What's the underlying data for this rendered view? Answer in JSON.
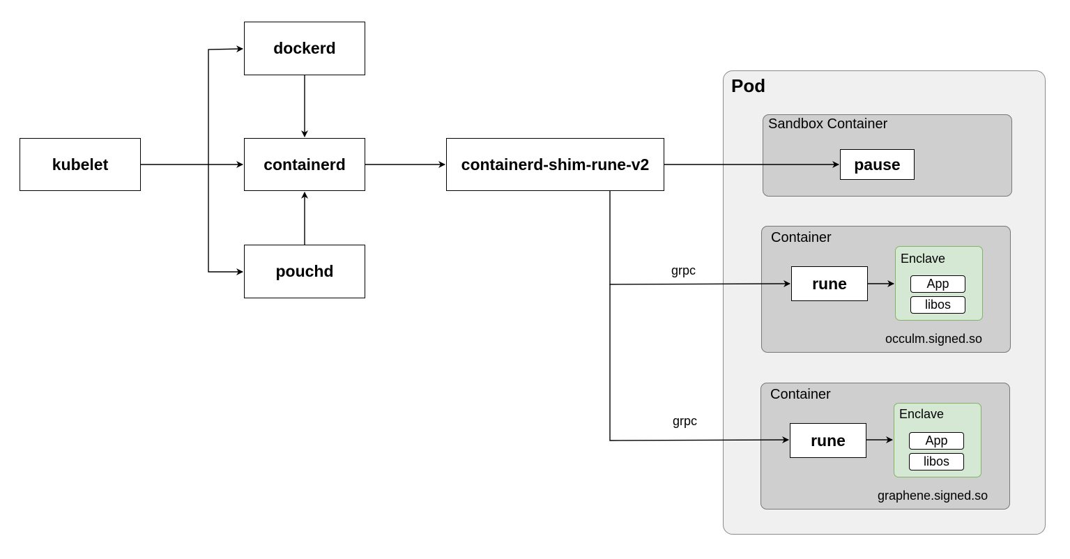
{
  "nodes": {
    "kubelet": "kubelet",
    "dockerd": "dockerd",
    "containerd": "containerd",
    "pouchd": "pouchd",
    "shim": "containerd-shim-rune-v2"
  },
  "pod": {
    "title": "Pod",
    "sandbox": {
      "title": "Sandbox Container",
      "process": "pause"
    },
    "containers": [
      {
        "title": "Container",
        "runtime": "rune",
        "enclave": {
          "title": "Enclave",
          "app": "App",
          "libos": "libos"
        },
        "library": "occulm.signed.so"
      },
      {
        "title": "Container",
        "runtime": "rune",
        "enclave": {
          "title": "Enclave",
          "app": "App",
          "libos": "libos"
        },
        "library": "graphene.signed.so"
      }
    ]
  },
  "edge_labels": {
    "grpc_1": "grpc",
    "grpc_2": "grpc"
  },
  "colors": {
    "pod_fill": "#f0f0f0",
    "group_fill": "#cfcfcf",
    "enclave_fill": "#d5e8d4",
    "enclave_stroke": "#82b366"
  }
}
